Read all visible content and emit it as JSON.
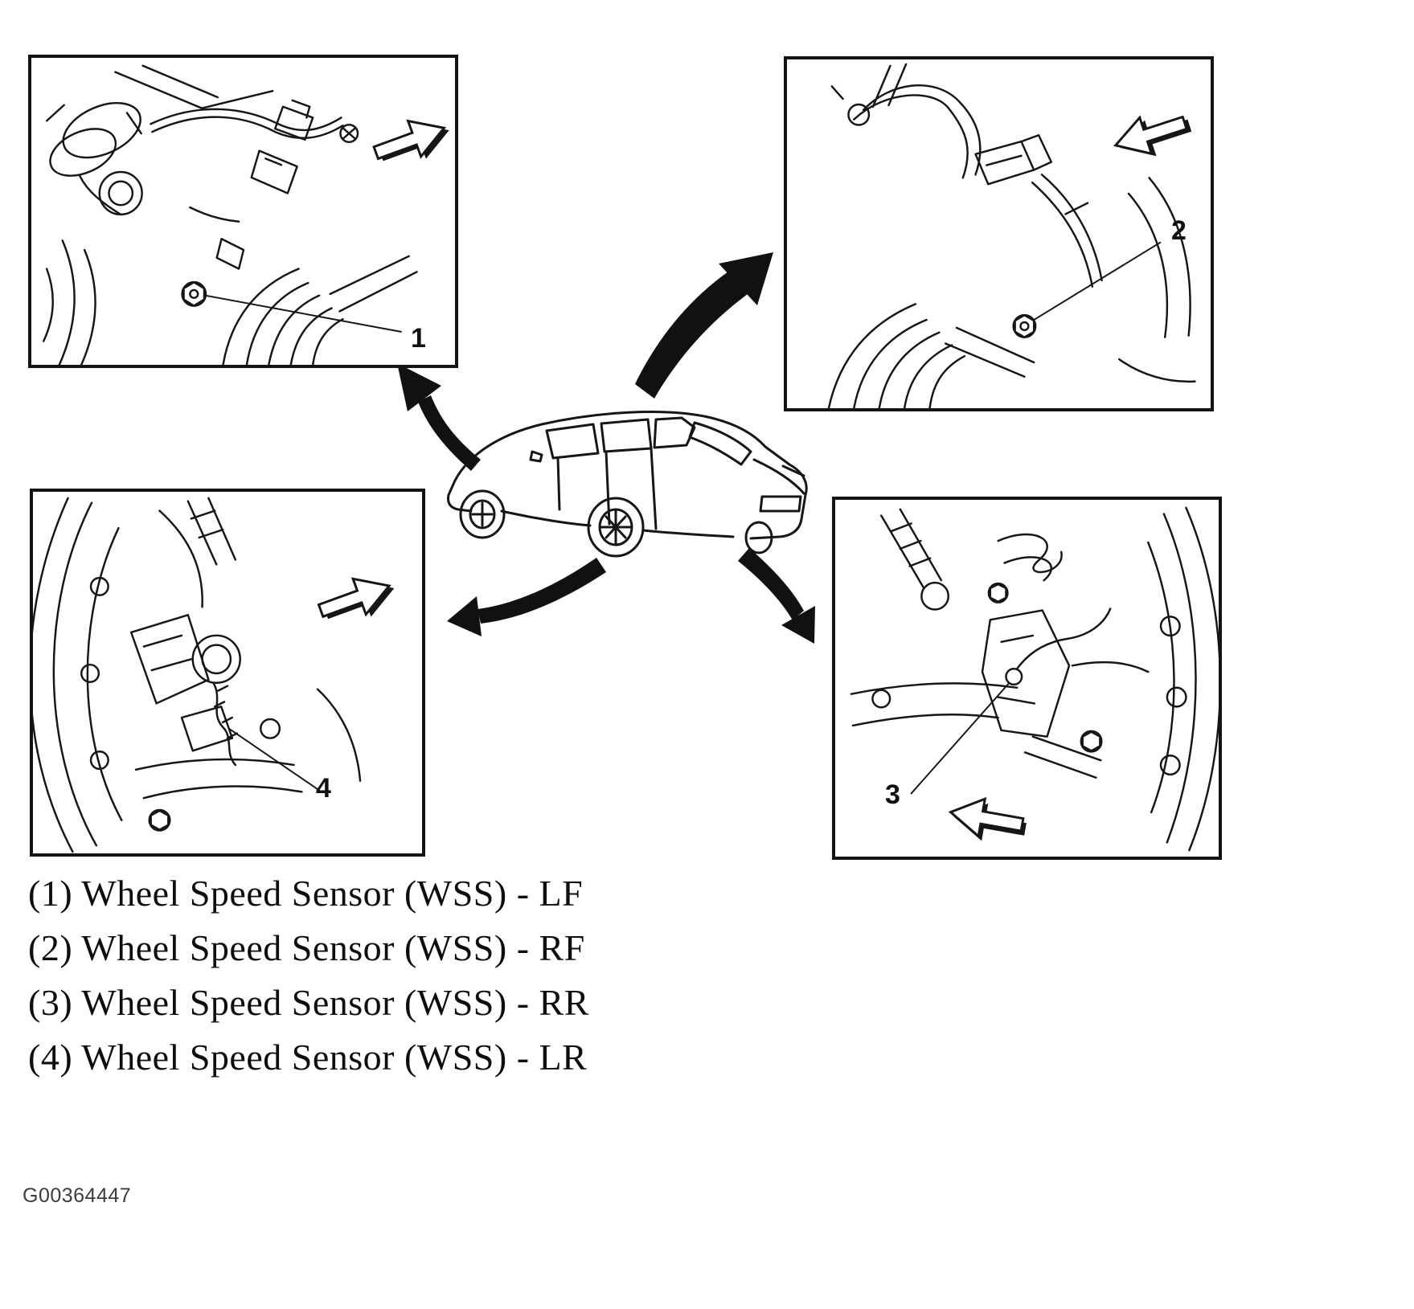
{
  "callouts": [
    {
      "number": "1"
    },
    {
      "number": "2"
    },
    {
      "number": "3"
    },
    {
      "number": "4"
    }
  ],
  "legend": {
    "items": [
      "(1) Wheel Speed Sensor (WSS) - LF",
      "(2) Wheel Speed Sensor (WSS) - RF",
      "(3) Wheel Speed Sensor (WSS) - RR",
      "(4) Wheel Speed Sensor (WSS) - LR"
    ]
  },
  "figure_id": "G00364447"
}
